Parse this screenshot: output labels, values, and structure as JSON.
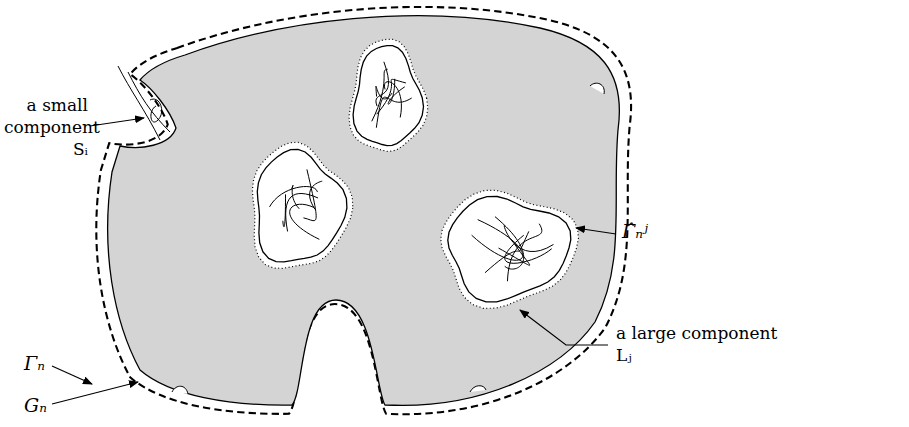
{
  "diagram": {
    "labels": [
      "a small component Sᵢ",
      "Γₙ",
      "Gₙ",
      "Γ̂ₙʲ",
      "a large component Lⱼ"
    ]
  }
}
